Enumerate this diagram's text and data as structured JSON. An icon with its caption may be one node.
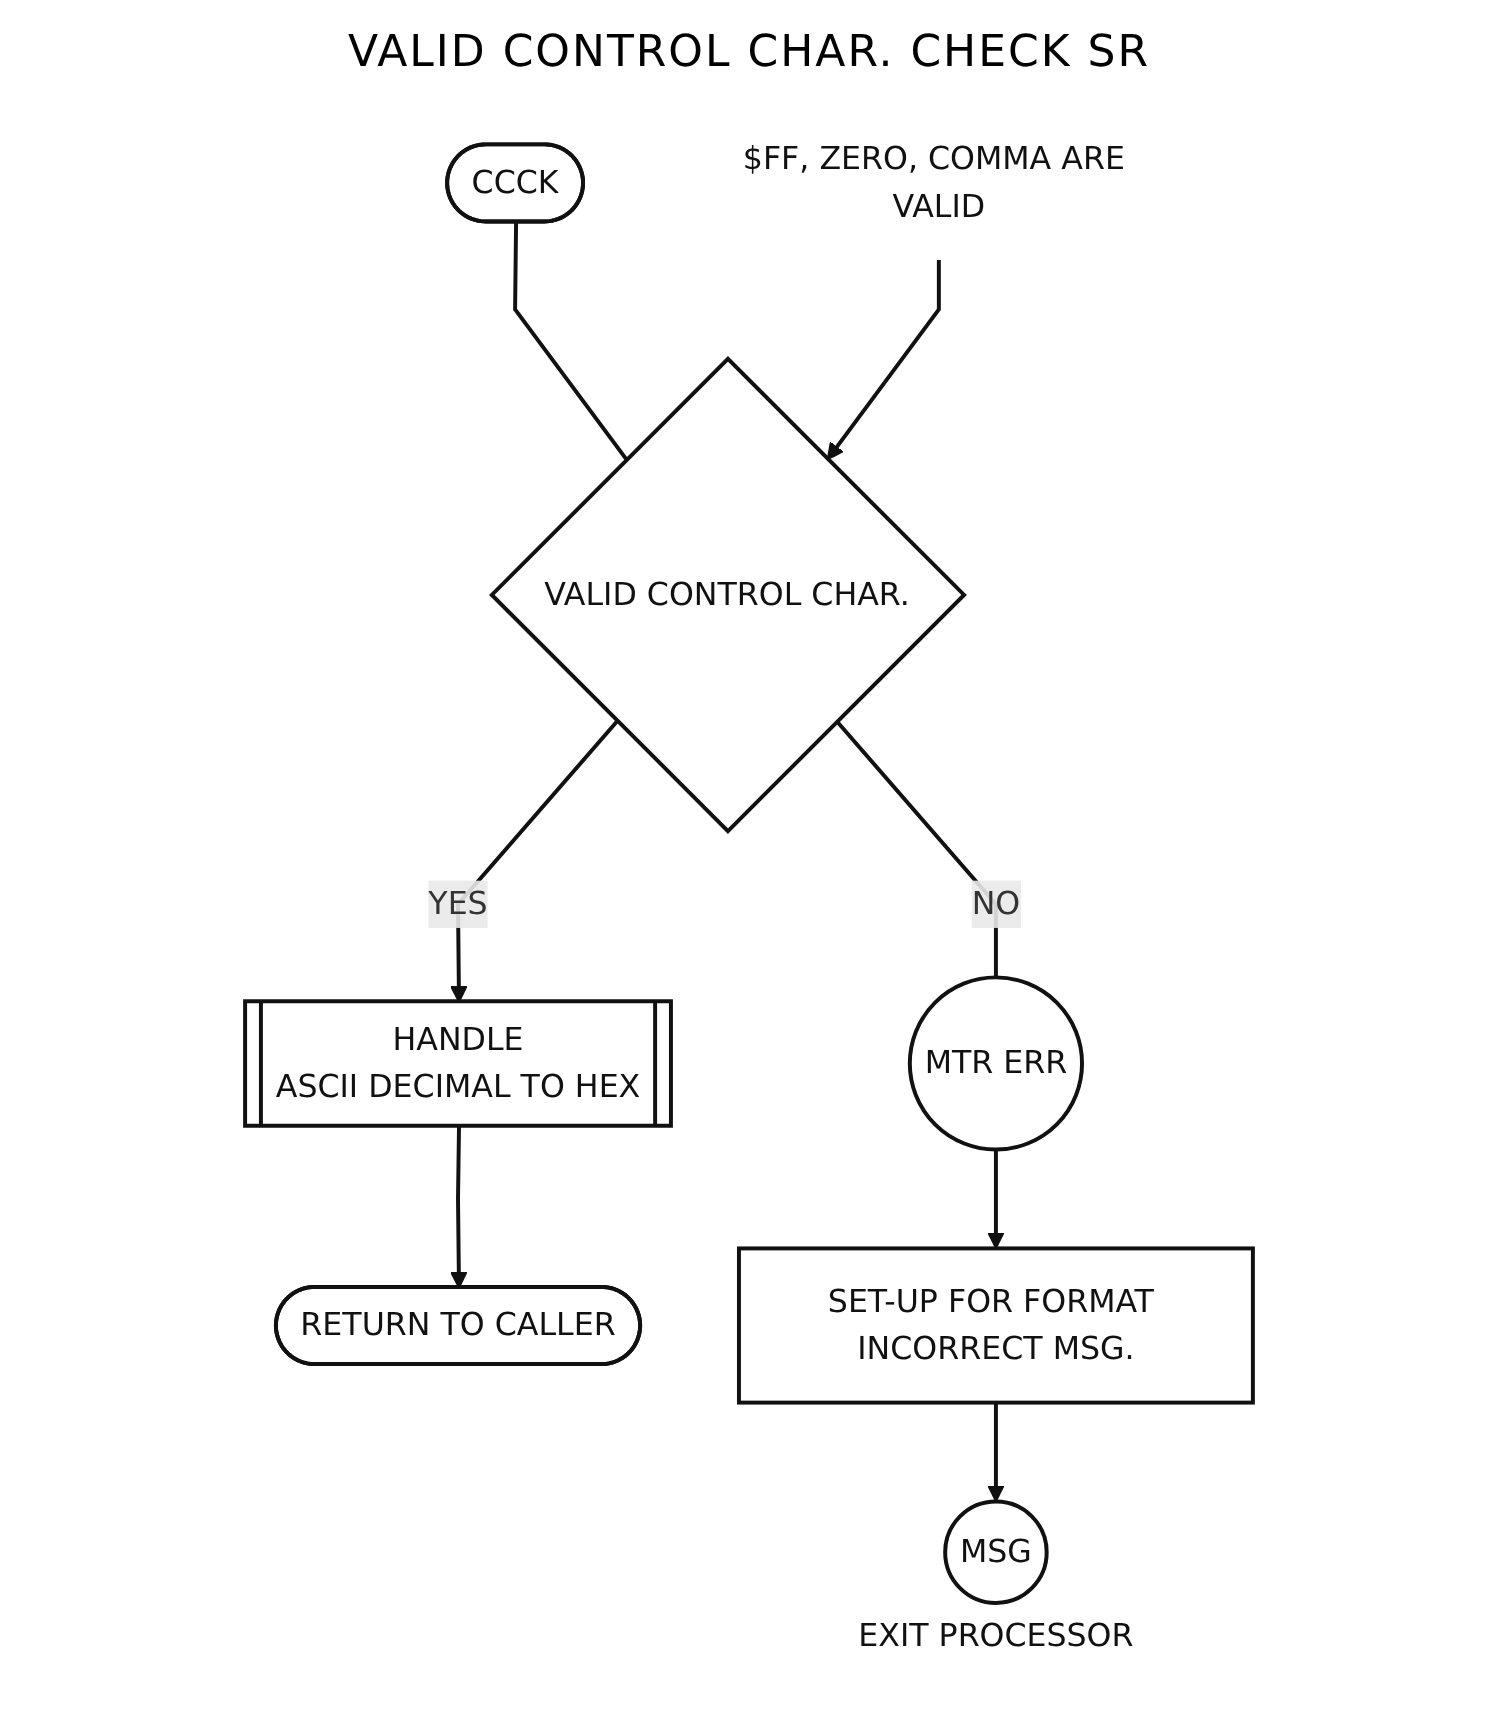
{
  "diagram": {
    "title": "VALID CONTROL CHAR. CHECK SR",
    "nodes": [
      {
        "text": [
          "CCCK"
        ]
      },
      {
        "text": [
          "VALID CONTROL CHAR."
        ]
      },
      {
        "text": [
          "HANDLE",
          "ASCII DECIMAL TO HEX"
        ]
      },
      {
        "text": [
          "RETURN TO CALLER"
        ]
      },
      {
        "text": [
          "MTR ERR"
        ]
      },
      {
        "text": [
          "SET-UP FOR FORMAT INCORRECT MSG."
        ]
      },
      {
        "text": [
          "MSG"
        ],
        "beside": [
          "EXIT PROCESSOR"
        ]
      },
      {
        "text": [
          "$FF, ZERO, COMMA ARE VALID"
        ]
      }
    ],
    "edges": [
      {
        "from": 0,
        "to": 1,
        "arrow": "none"
      },
      {
        "from": 1,
        "to": 2,
        "arrow": "to",
        "label": "YES"
      },
      {
        "from": 2,
        "to": 3,
        "arrow": "to"
      },
      {
        "from": 1,
        "to": 4,
        "arrow": "none",
        "label": "NO"
      },
      {
        "from": 4,
        "to": 5,
        "arrow": "to"
      },
      {
        "from": 5,
        "to": 6,
        "arrow": "to"
      },
      {
        "from": 7,
        "to": 1,
        "arrow": "to"
      }
    ]
  }
}
